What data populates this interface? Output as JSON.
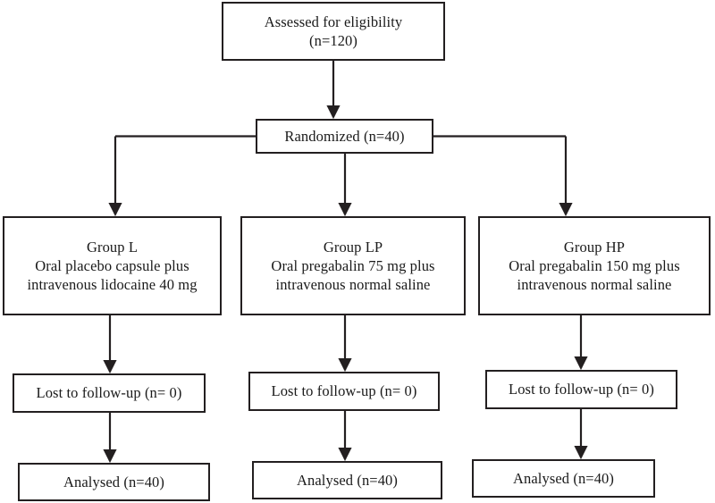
{
  "diagram": {
    "type": "consort-flow-diagram",
    "line_color": "#231f20",
    "background": "#ffffff",
    "nodes": {
      "assessed": {
        "line1": "Assessed for eligibility",
        "line2": "(n=120)"
      },
      "randomized": {
        "line1": "Randomized (n=40)"
      },
      "group_l": {
        "line1": "Group L",
        "line2": "Oral placebo capsule plus",
        "line3": "intravenous lidocaine 40 mg"
      },
      "group_lp": {
        "line1": "Group LP",
        "line2": "Oral pregabalin 75 mg plus",
        "line3": "intravenous normal saline"
      },
      "group_hp": {
        "line1": "Group HP",
        "line2": "Oral pregabalin 150 mg plus",
        "line3": "intravenous normal saline"
      },
      "lost_l": {
        "line1": "Lost to follow-up (n= 0)"
      },
      "lost_lp": {
        "line1": "Lost to follow-up (n= 0)"
      },
      "lost_hp": {
        "line1": "Lost to follow-up (n= 0)"
      },
      "analysed_l": {
        "line1": "Analysed (n=40)"
      },
      "analysed_lp": {
        "line1": "Analysed (n=40)"
      },
      "analysed_hp": {
        "line1": "Analysed (n=40)"
      }
    }
  }
}
